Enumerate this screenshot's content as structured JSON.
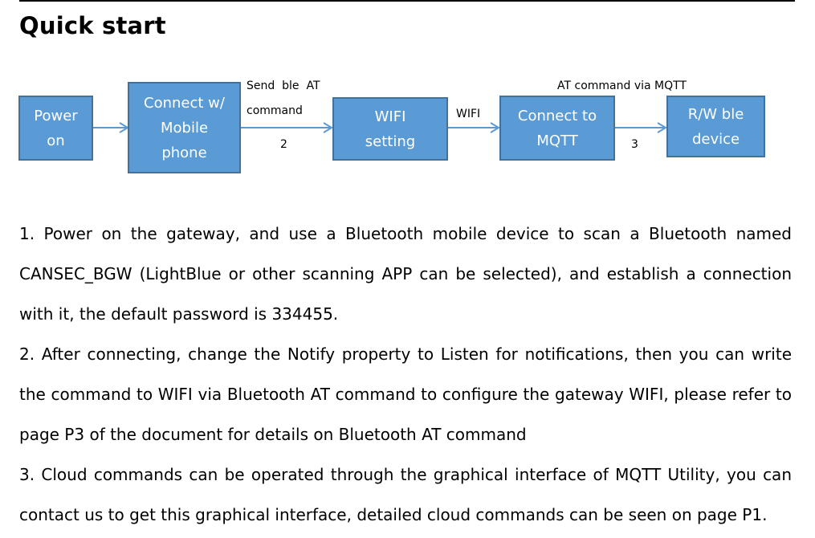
{
  "title": "Quick start",
  "diagram": {
    "boxes": {
      "power_on": "Power\non",
      "connect_mobile": "Connect w/\nMobile\nphone",
      "wifi_setting": "WIFI\nsetting",
      "connect_mqtt": "Connect to\nMQTT",
      "rw_ble": "R/W ble\ndevice"
    },
    "labels": {
      "send_ble_at": "Send  ble  AT",
      "command": "command",
      "step2": "2",
      "wifi": "WIFI",
      "at_via_mqtt": "AT command via MQTT",
      "step3": "3"
    },
    "colors": {
      "box_fill": "#5B9BD5",
      "box_border": "#41719C",
      "arrow": "#5B9BD5"
    }
  },
  "paragraphs": [
    "1. Power on the gateway, and use a Bluetooth mobile device to scan a Bluetooth named CANSEC_BGW (LightBlue or other scanning APP can be selected), and establish a connection with it, the default password is 334455.",
    "2. After connecting, change the Notify property to Listen for notifications, then you can write the command to WIFI via Bluetooth AT command to configure the gateway WIFI, please refer to page P3 of the document for details on Bluetooth AT command",
    "3. Cloud commands can be operated through the graphical interface of MQTT Utility, you can contact us to get this graphical interface, detailed cloud commands can be seen on page P1."
  ]
}
